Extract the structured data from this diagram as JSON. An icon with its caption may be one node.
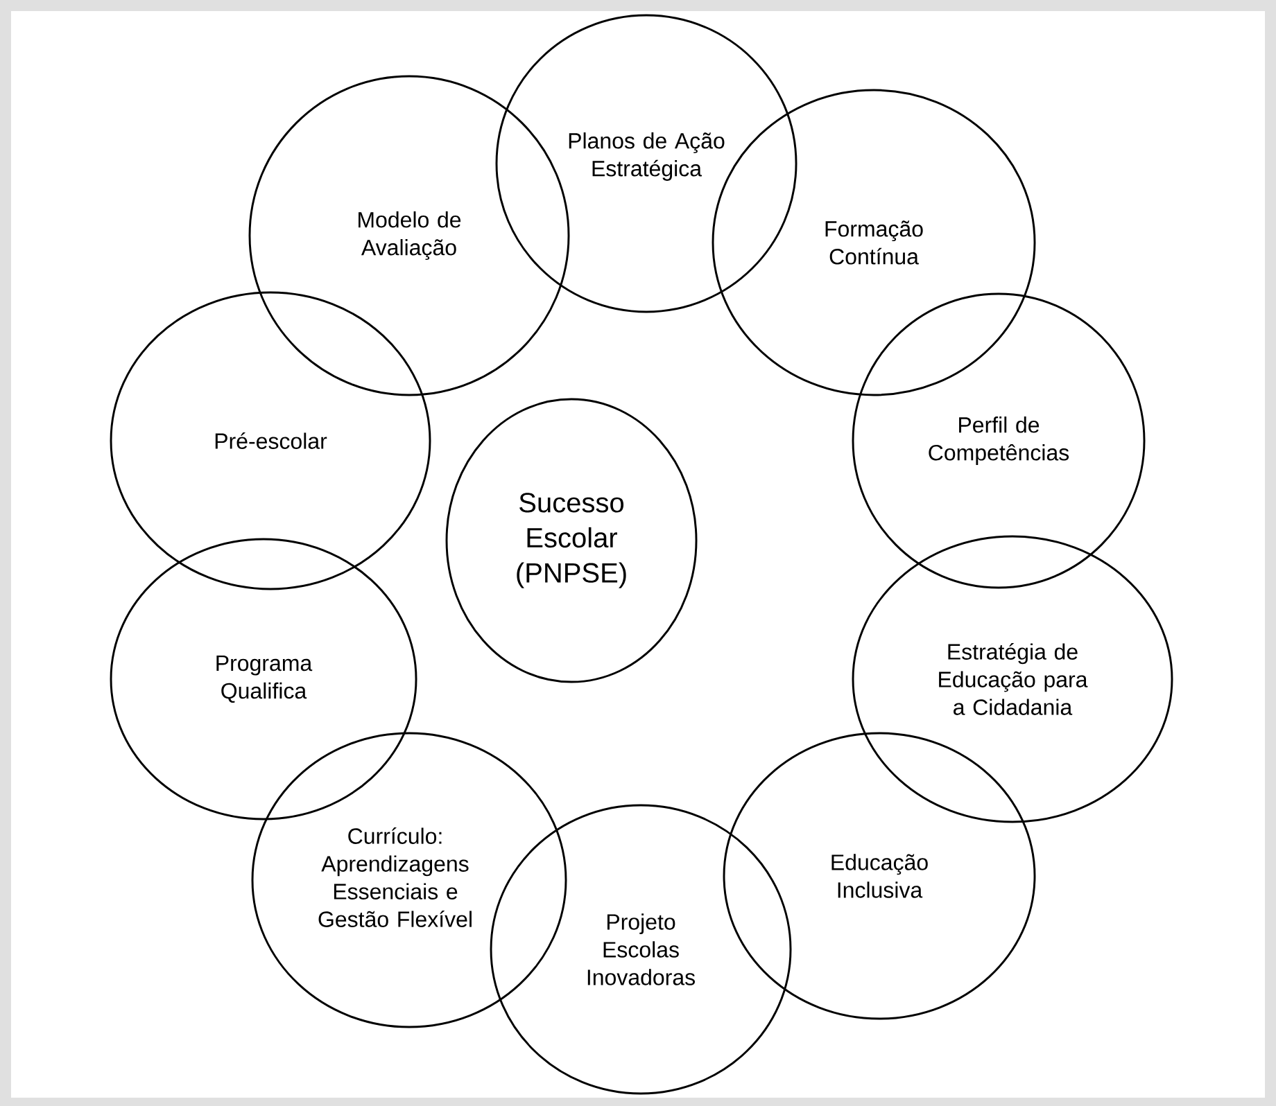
{
  "diagram": {
    "nodes": [
      {
        "text": [
          "Planos de Ação Estratégica"
        ]
      },
      {
        "text": [
          "Formação Contínua"
        ]
      },
      {
        "text": [
          "Perfil de Competências"
        ]
      },
      {
        "text": [
          "Estratégia de Educação para a Cidadania"
        ]
      },
      {
        "text": [
          "Educação Inclusiva"
        ]
      },
      {
        "text": [
          "Projeto Escolas Inovadoras"
        ]
      },
      {
        "text": [
          "Currículo: Aprendizagens Essenciais e Gestão Flexível"
        ]
      },
      {
        "text": [
          "Programa Qualifica"
        ]
      },
      {
        "text": [
          "Pré-escolar"
        ]
      },
      {
        "text": [
          "Modelo de Avaliação"
        ]
      },
      {
        "text": [
          "Sucesso Escolar (PNPSE)"
        ]
      }
    ]
  }
}
